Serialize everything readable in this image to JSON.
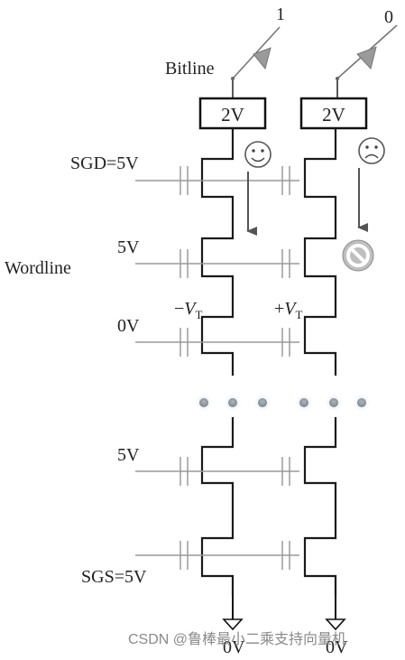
{
  "labels": {
    "bit_left": "1",
    "bit_right": "0",
    "bitline": "Bitline",
    "sgd": "SGD=5V",
    "wordline": "Wordline",
    "wl_5v_top": "5V",
    "wl_0v": "0V",
    "wl_5v_bottom": "5V",
    "sgs": "SGS=5V",
    "ground_left": "0V",
    "ground_right": "0V"
  },
  "voltages": {
    "bitline_left": "2V",
    "bitline_right": "2V"
  },
  "thresholds": {
    "left": {
      "sign": "−",
      "symbol": "V",
      "sub": "T"
    },
    "right": {
      "sign": "+",
      "symbol": "V",
      "sub": "T"
    }
  },
  "watermark": "CSDN @鲁棒最小二乘支持向量机",
  "icons": {
    "left_status": "smile-face-icon",
    "right_status": "sad-face-icon",
    "blocked": "prohibited-icon",
    "switch": "switch-arrow-icon"
  },
  "colors": {
    "line": "#1a1a1a",
    "gate": "#9a9a9a",
    "arrow": "#555555",
    "dot": "#8a8f96"
  }
}
